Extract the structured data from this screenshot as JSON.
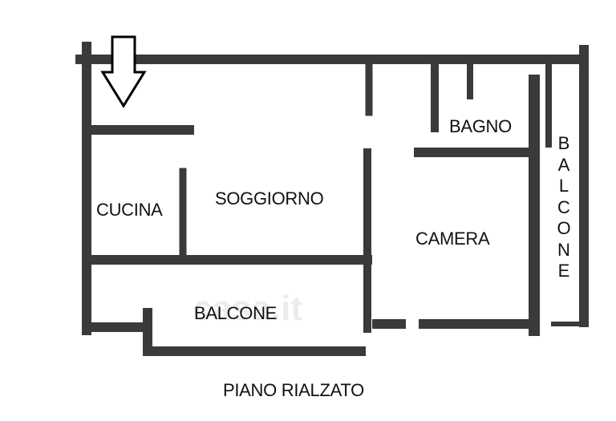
{
  "rooms": {
    "kitchen": "CUCINA",
    "living": "SOGGIORNO",
    "bathroom": "BAGNO",
    "bedroom": "CAMERA",
    "balcony_bottom": "BALCONE",
    "balcony_side": [
      "B",
      "A",
      "L",
      "C",
      "O",
      "N",
      "E"
    ]
  },
  "floor_label": "PIANO RIALZATO",
  "watermark": "casa.it",
  "colors": {
    "wall": "#3a3a3a",
    "background": "#ffffff",
    "text": "#111111"
  }
}
